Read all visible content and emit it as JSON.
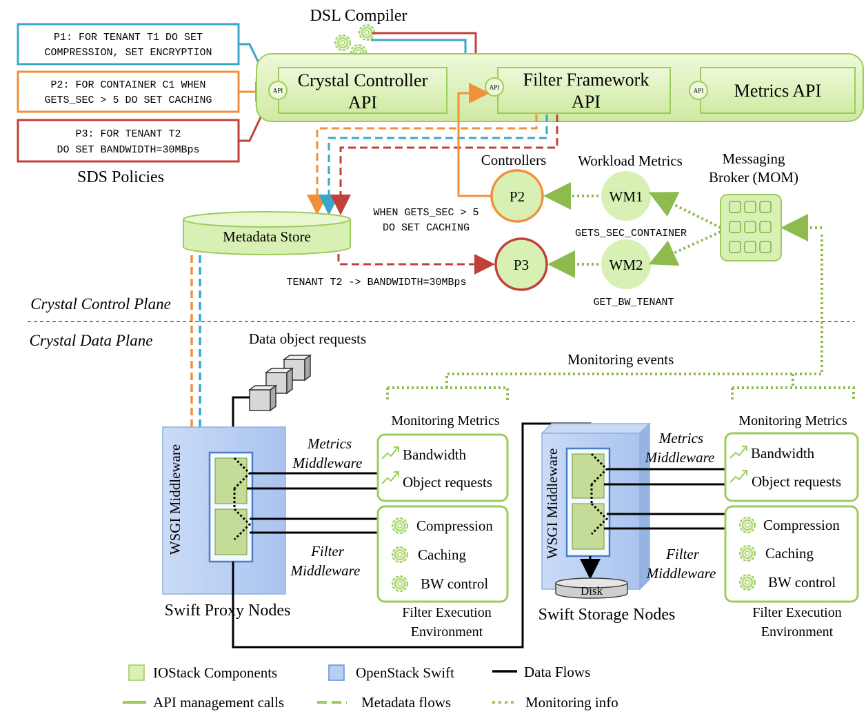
{
  "top": {
    "dsl_compiler": "DSL Compiler",
    "sds_policies": "SDS Policies",
    "policies": [
      {
        "line1": "P1: FOR TENANT T1 DO SET",
        "line2": "COMPRESSION, SET ENCRYPTION",
        "color": "#3aa6c8"
      },
      {
        "line1": "P2: FOR CONTAINER C1 WHEN",
        "line2": "GETS_SEC > 5 DO SET CACHING",
        "color": "#f0913a"
      },
      {
        "line1": "P3: FOR TENANT T2",
        "line2": "DO SET BANDWIDTH=30MBps",
        "color": "#c0403a"
      }
    ],
    "api_badge": "API",
    "crystal_controller_api": {
      "line1": "Crystal Controller",
      "line2": "API"
    },
    "filter_framework_api": {
      "line1": "Filter Framework",
      "line2": "API"
    },
    "metrics_api": "Metrics API"
  },
  "control": {
    "controllers_label": "Controllers",
    "workload_metrics_label": "Workload Metrics",
    "broker_label_1": "Messaging",
    "broker_label_2": "Broker (MOM)",
    "p2": "P2",
    "p3": "P3",
    "wm1": "WM1",
    "wm2": "WM2",
    "p2_rule_1": "WHEN GETS_SEC > 5",
    "p2_rule_2": "DO SET CACHING",
    "wm1_metric": "GETS_SEC_CONTAINER",
    "wm2_metric": "GET_BW_TENANT",
    "metadata_store": "Metadata Store",
    "p3_rule": "TENANT T2 -> BANDWIDTH=30MBps",
    "control_plane": "Crystal Control Plane",
    "data_plane": "Crystal Data Plane"
  },
  "data": {
    "data_object_requests": "Data object requests",
    "monitoring_events": "Monitoring events",
    "wsgi_middleware": "WSGI Middleware",
    "metrics_middleware_1": "Metrics",
    "metrics_middleware_2": "Middleware",
    "filter_middleware_1": "Filter",
    "filter_middleware_2": "Middleware",
    "monitoring_metrics": "Monitoring Metrics",
    "bandwidth": "Bandwidth",
    "object_requests": "Object requests",
    "compression": "Compression",
    "caching": "Caching",
    "bw_control": "BW control",
    "filter_exec_1": "Filter Execution",
    "filter_exec_2": "Environment",
    "swift_proxy_nodes": "Swift Proxy Nodes",
    "swift_storage_nodes": "Swift Storage Nodes",
    "disk": "Disk"
  },
  "legend": {
    "iostack": "IOStack Components",
    "openstack": "OpenStack Swift",
    "data_flows": "Data Flows",
    "api_calls": "API management calls",
    "metadata_flows": "Metadata flows",
    "monitoring_info": "Monitoring info"
  },
  "colors": {
    "green_fill": "#d8f0b4",
    "green_stroke": "#9ccc5c",
    "blue_fill": "#b8cff4",
    "blue_stroke": "#8fb0e0",
    "orange": "#f0913a",
    "teal": "#3aa6c8",
    "red": "#c0403a",
    "monitor_green": "#8dbb4e"
  }
}
